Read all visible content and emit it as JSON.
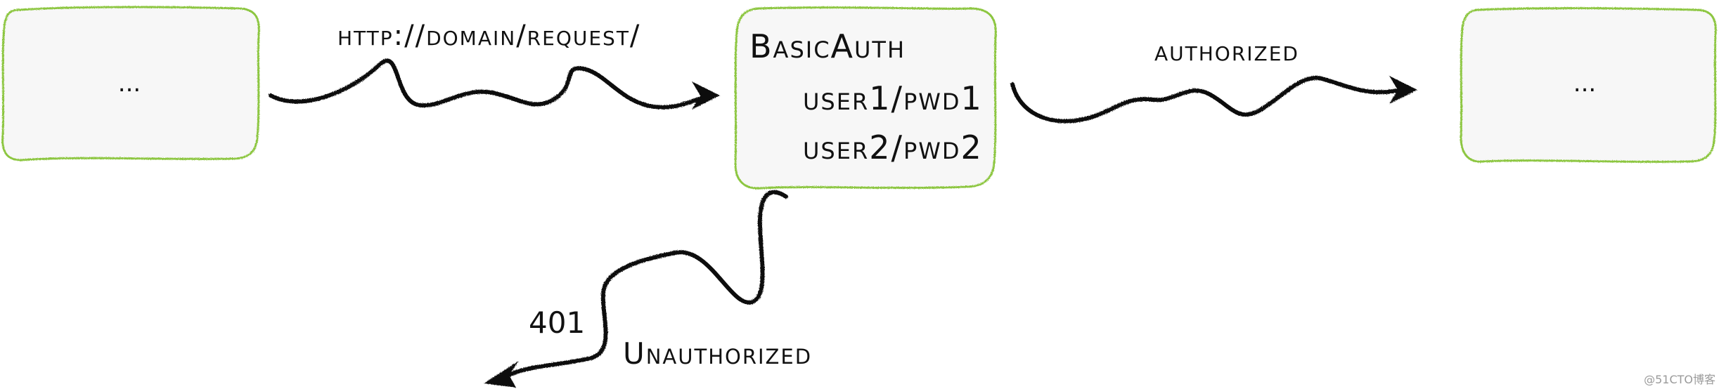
{
  "diagram": {
    "nodes": {
      "client": {
        "label": "..."
      },
      "auth": {
        "title": "BasicAuth",
        "credentials": [
          "user1/pwd1",
          "user2/pwd2"
        ]
      },
      "backend": {
        "label": "..."
      }
    },
    "edges": {
      "request": {
        "label": "http://domain/request/"
      },
      "authorized": {
        "label": "authorized"
      },
      "unauthorized": {
        "code": "401",
        "label": "Unauthorized"
      }
    },
    "colors": {
      "box_border": "#8cc63f",
      "box_fill": "#f7f7f7",
      "arrow": "#111111"
    }
  },
  "watermark": "@51CTO博客"
}
